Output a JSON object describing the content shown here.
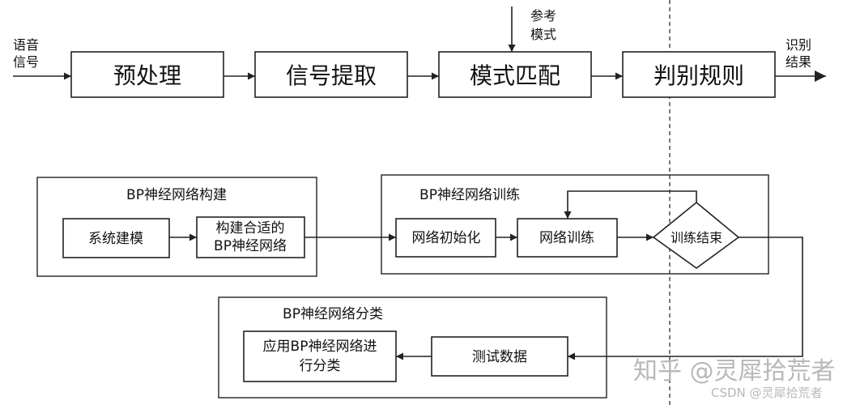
{
  "top_flow": {
    "input_label": [
      "语音",
      "信号"
    ],
    "steps": [
      "预处理",
      "信号提取",
      "模式匹配",
      "判别规则"
    ],
    "reference_label": [
      "参考",
      "模式"
    ],
    "output_label": [
      "识别",
      "结果"
    ]
  },
  "build_group": {
    "title": "BP神经网络构建",
    "system_modeling": "系统建模",
    "build_network": [
      "构建合适的",
      "BP神经网络"
    ]
  },
  "train_group": {
    "title": "BP神经网络训练",
    "init": "网络初始化",
    "train": "网络训练",
    "decision": "训练结束"
  },
  "classify_group": {
    "title": "BP神经网络分类",
    "test_data": "测试数据",
    "apply": [
      "应用BP神经网络进",
      "行分类"
    ]
  },
  "watermark": {
    "main": "知乎 @灵犀拾荒者",
    "sub": "CSDN @灵犀拾荒者"
  }
}
